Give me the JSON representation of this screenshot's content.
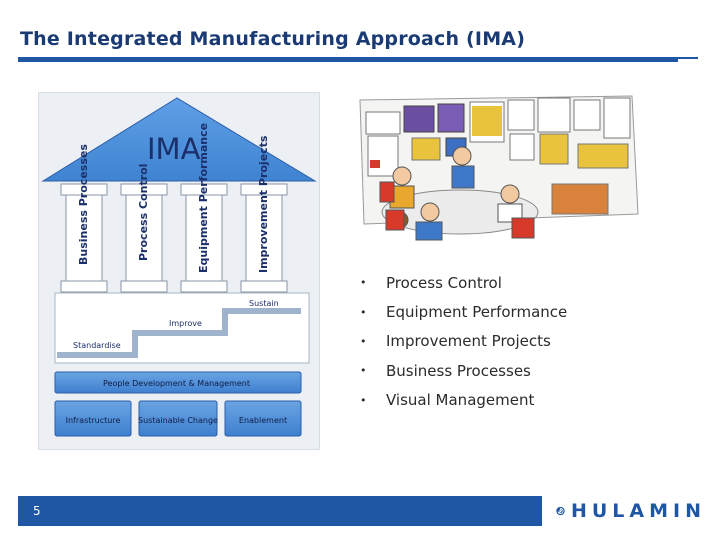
{
  "slide": {
    "title": "The Integrated Manufacturing Approach (IMA)",
    "page_number": "5"
  },
  "diagram": {
    "roof_label": "IMA",
    "pillars": [
      "Business Processes",
      "Process Control",
      "Equipment Performance",
      "Improvement Projects"
    ],
    "steps": [
      "Standardise",
      "Improve",
      "Sustain"
    ],
    "foundation_band": "People Development & Management",
    "foundation_boxes": [
      "Infrastructure",
      "Sustainable Change",
      "Enablement"
    ]
  },
  "bullets": [
    "Process Control",
    "Equipment Performance",
    "Improvement Projects",
    "Business Processes",
    "Visual Management"
  ],
  "logo": {
    "name": "HULAMIN",
    "icon": "hulamin-swirl-icon"
  },
  "colors": {
    "title": "#1a3a73",
    "accent": "#1f57a4",
    "roof": "#4a8fd8"
  }
}
